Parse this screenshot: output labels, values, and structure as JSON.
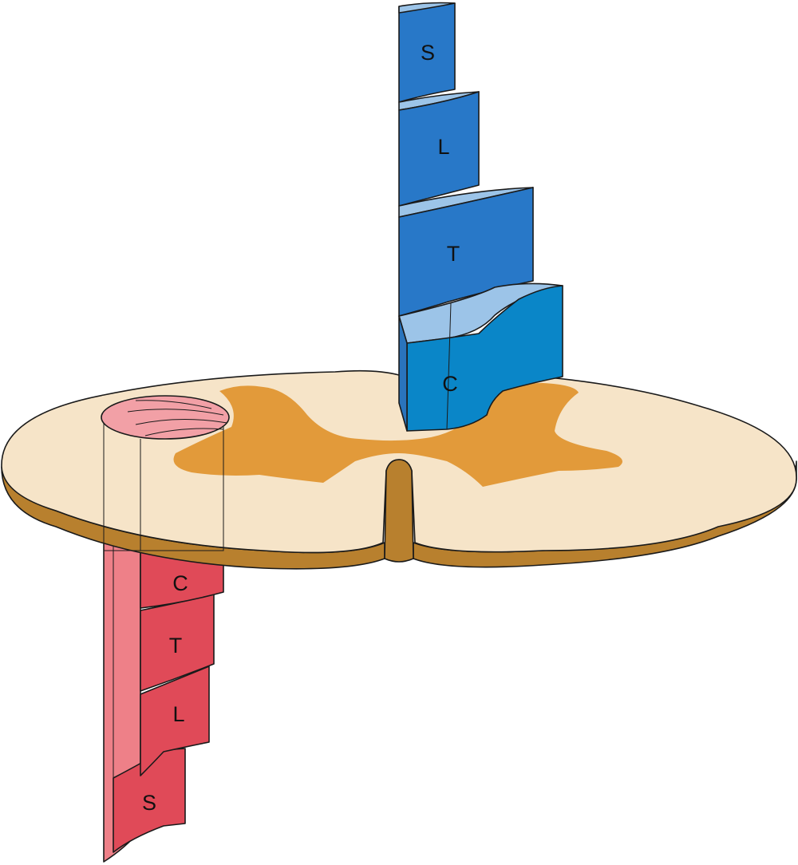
{
  "diagram": {
    "blue_column": {
      "color": "#2878c8",
      "segments": [
        {
          "key": "s",
          "label": "S"
        },
        {
          "key": "l",
          "label": "L"
        },
        {
          "key": "t",
          "label": "T"
        },
        {
          "key": "c",
          "label": "C"
        }
      ]
    },
    "red_column": {
      "color": "#e04a58",
      "segments": [
        {
          "key": "c",
          "label": "C"
        },
        {
          "key": "t",
          "label": "T"
        },
        {
          "key": "l",
          "label": "L"
        },
        {
          "key": "s",
          "label": "S"
        }
      ]
    },
    "colors": {
      "white_matter": "#f6e4c8",
      "gray_matter": "#e29a3a",
      "cord_edge": "#b8802e"
    }
  }
}
